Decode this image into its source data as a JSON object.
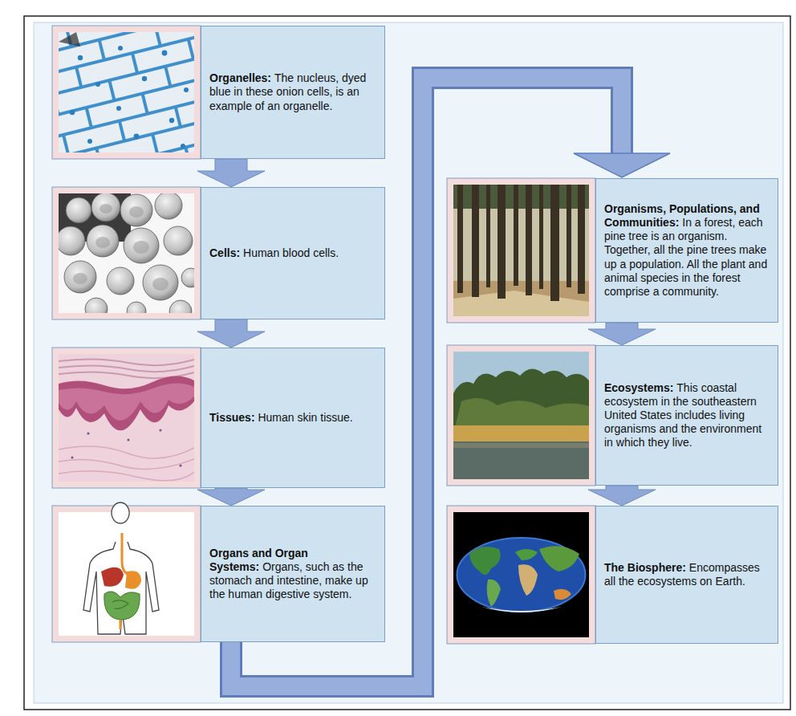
{
  "diagram": {
    "nodes": [
      {
        "text": [
          "Organelles:",
          "The nucleus, dyed blue in these onion cells, is an example of an organelle."
        ]
      },
      {
        "text": [
          "Cells:",
          "Human blood cells."
        ]
      },
      {
        "text": [
          "Tissues:",
          "Human skin tissue."
        ]
      },
      {
        "text": [
          "Organs and Organ Systems:",
          "Organs, such as the stomach and intestine, make up the human digestive system."
        ]
      },
      {
        "text": [
          "Organisms, Populations, and Communities:",
          "In a forest, each pine tree is an organism. Together, all the pine trees make up a population. All the plant and animal species in the forest comprise a community."
        ]
      },
      {
        "text": [
          "Ecosystems:",
          "This coastal ecosystem in the southeastern United States includes living organisms and the environment in which they live."
        ]
      },
      {
        "text": [
          "The Biosphere:",
          "Encompasses all the ecosystems on Earth."
        ]
      }
    ],
    "edges": [
      {
        "from": 0,
        "to": 1,
        "arrow": "to"
      },
      {
        "from": 1,
        "to": 2,
        "arrow": "to"
      },
      {
        "from": 2,
        "to": 3,
        "arrow": "to"
      },
      {
        "from": 3,
        "to": 4,
        "arrow": "to"
      },
      {
        "from": 4,
        "to": 5,
        "arrow": "to"
      },
      {
        "from": 5,
        "to": 6,
        "arrow": "to"
      }
    ]
  }
}
